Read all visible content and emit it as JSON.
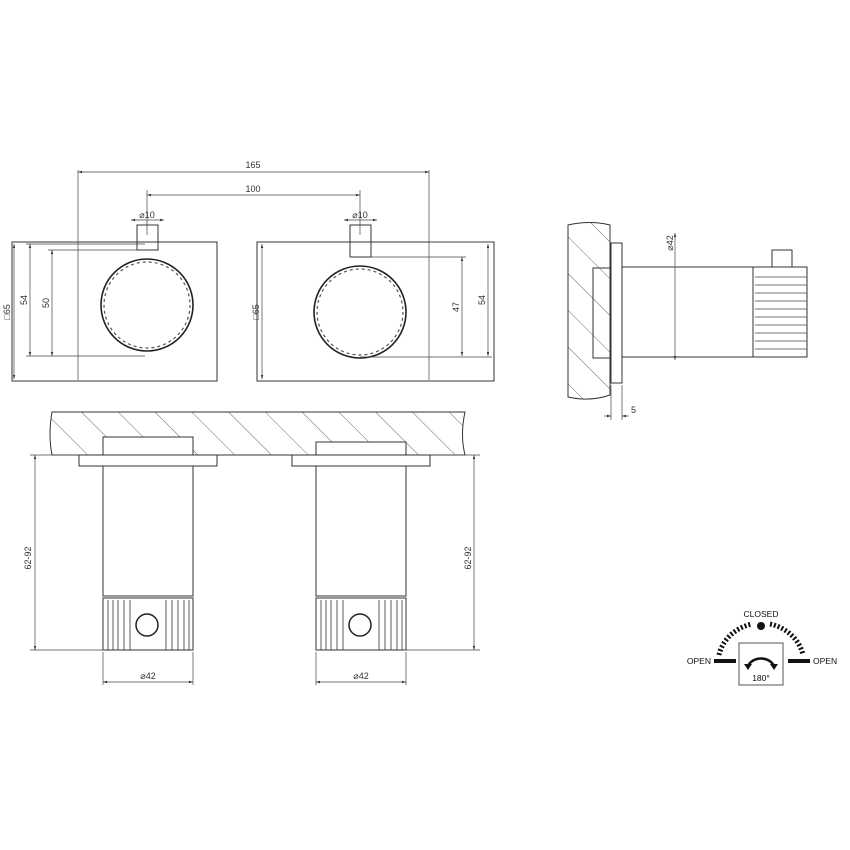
{
  "drawing": {
    "front_view": {
      "overall_width": "165",
      "center_distance": "100",
      "left_plate": {
        "stem_dia": "⌀10",
        "plate_size": "□65",
        "dim_outer": "54",
        "dim_inner": "50"
      },
      "right_plate": {
        "stem_dia": "⌀10",
        "plate_size": "□65",
        "dim_outer": "54",
        "dim_inner": "47"
      }
    },
    "side_view": {
      "body_dia": "⌀42",
      "plate_thickness": "5"
    },
    "bottom_view": {
      "left": {
        "projection": "62-92",
        "dia": "⌀42"
      },
      "right": {
        "projection": "62-92",
        "dia": "⌀42"
      }
    },
    "rotation_legend": {
      "closed_label": "CLOSED",
      "open_left_label": "OPEN",
      "open_right_label": "OPEN",
      "angle_label": "180°"
    }
  },
  "colors": {
    "line": "#333333",
    "background": "#ffffff"
  }
}
